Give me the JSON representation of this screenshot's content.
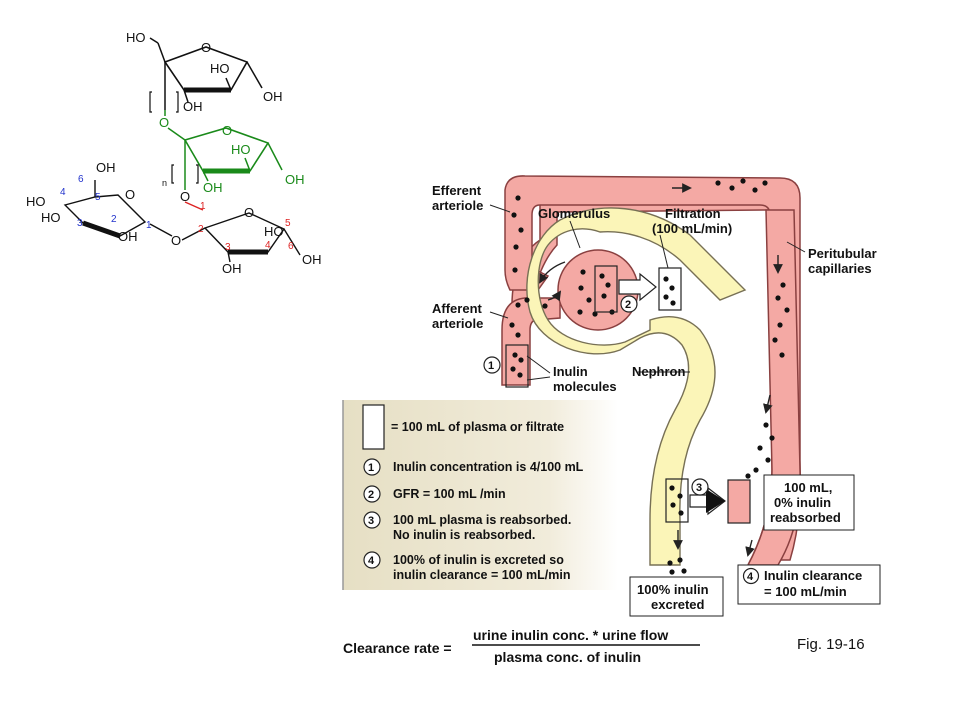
{
  "molecule": {
    "top_ring": {
      "ho_1": "HO",
      "ho_2": "HO",
      "oh_1": "OH",
      "oh_2": "OH",
      "o": "O"
    },
    "mid_ring": {
      "ho": "HO",
      "oh_1": "OH",
      "oh_2": "OH",
      "o": "O",
      "link_o": "O",
      "n": "n"
    },
    "glucose": {
      "oh_top": "OH",
      "ho_1": "HO",
      "ho_2": "HO",
      "oh_2": "OH",
      "o": "O",
      "n6": "6",
      "n5": "5",
      "n4": "4",
      "n3": "3",
      "n2": "2",
      "n1": "1"
    },
    "fructose": {
      "o_top": "O",
      "ho": "HO",
      "oh_bottom": "OH",
      "oh_right": "OH",
      "o_link": "O",
      "o_glyco": "O",
      "n1": "1",
      "n2": "2",
      "n3": "3",
      "n4": "4",
      "n5": "5",
      "n6": "6"
    }
  },
  "diagram": {
    "labels": {
      "efferent": [
        "Efferent",
        "arteriole"
      ],
      "glomerulus": "Glomerulus",
      "filtration": [
        "Filtration",
        "(100 mL/min)"
      ],
      "peritubular": [
        "Peritubular",
        "capillaries"
      ],
      "afferent": [
        "Afferent",
        "arteriole"
      ],
      "inulin": [
        "Inulin",
        "molecules"
      ],
      "nephron": "Nephron",
      "reabsorbed": [
        "100 mL,",
        "0% inulin",
        "reabsorbed"
      ],
      "excreted": [
        "100% inulin",
        "excreted"
      ],
      "clearance_box": [
        "Inulin clearance",
        "= 100 mL/min"
      ]
    },
    "step_numbers": [
      "1",
      "2",
      "3",
      "4"
    ]
  },
  "legend": {
    "box_label": "= 100 mL of plasma or filtrate",
    "items": [
      {
        "num": "1",
        "lines": [
          "Inulin concentration is 4/100 mL"
        ]
      },
      {
        "num": "2",
        "lines": [
          "GFR = 100 mL /min"
        ]
      },
      {
        "num": "3",
        "lines": [
          "100 mL plasma is reabsorbed.",
          "No inulin is reabsorbed."
        ]
      },
      {
        "num": "4",
        "lines": [
          "100% of inulin is excreted so",
          "inulin clearance = 100 mL/min"
        ]
      }
    ]
  },
  "formula": {
    "left": "Clearance rate =",
    "numerator": "urine inulin conc. * urine flow",
    "denominator": "plasma conc. of inulin"
  },
  "figure_label": "Fig. 19-16",
  "colors": {
    "vessel": "#f4a9a4",
    "vessel_stroke": "#8a4040",
    "nephron": "#fbf5b8",
    "nephron_stroke": "#777055",
    "legend_bg": "#ece6d0",
    "green": "#1a8a1a"
  }
}
